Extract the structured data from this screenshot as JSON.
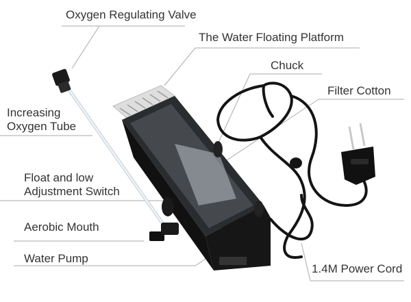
{
  "colors": {
    "text": "#333333",
    "leader": "#aaaaaa",
    "device_body": "#1c1c1c",
    "device_window": "#4a4f52",
    "grille": "#d9d9d9",
    "cord": "#141414",
    "plug_prong": "#c8c8c8",
    "tube": "#e8eef2"
  },
  "labels": {
    "oxygen_valve": "Oxygen Regulating Valve",
    "floating_platform": "The Water Floating Platform",
    "chuck": "Chuck",
    "filter_cotton": "Filter  Cotton",
    "oxygen_tube_line1": "Increasing",
    "oxygen_tube_line2": "Oxygen Tube",
    "float_switch_line1": "Float and low",
    "float_switch_line2": "Adjustment Switch",
    "aerobic_mouth": "Aerobic Mouth",
    "water_pump": "Water Pump",
    "power_cord": "1.4M Power Cord"
  }
}
